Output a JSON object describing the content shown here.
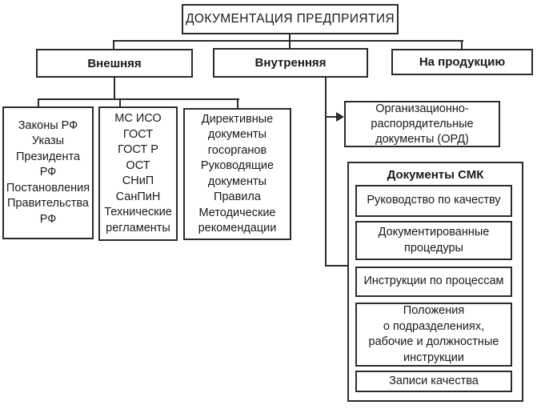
{
  "diagram": {
    "root": {
      "label": "ДОКУМЕНТАЦИЯ ПРЕДПРИЯТИЯ"
    },
    "categories": [
      {
        "label": "Внешняя"
      },
      {
        "label": "Внутренняя"
      },
      {
        "label": "На продукцию"
      }
    ],
    "external_children": [
      {
        "text": "Законы РФ\nУказы\nПрезидента\nРФ\nПостановления\nПравительства\nРФ"
      },
      {
        "text": "МС ИСО\nГОСТ\nГОСТ Р\nОСТ\nСНиП\nСанПиН\nТехнические\nрегламенты"
      },
      {
        "text": "Директивные\nдокументы\nгосорганов\nРуководящие\nдокументы\nПравила\nМетодические\nрекомендации"
      }
    ],
    "internal_children": {
      "ord": {
        "text": "Организационно-\nраспорядительные\nдокументы (ОРД)"
      },
      "smk": {
        "title": "Документы СМК",
        "items": [
          {
            "text": "Руководство по качеству"
          },
          {
            "text": "Документированные\nпроцедуры"
          },
          {
            "text": "Инструкции по процессам"
          },
          {
            "text": "Положения\nо подразделениях,\nрабочие и должностные\nинструкции"
          },
          {
            "text": "Записи качества"
          }
        ]
      }
    }
  },
  "colors": {
    "line": "#2b2b2b",
    "text": "#1a1a1a",
    "background": "#ffffff"
  }
}
